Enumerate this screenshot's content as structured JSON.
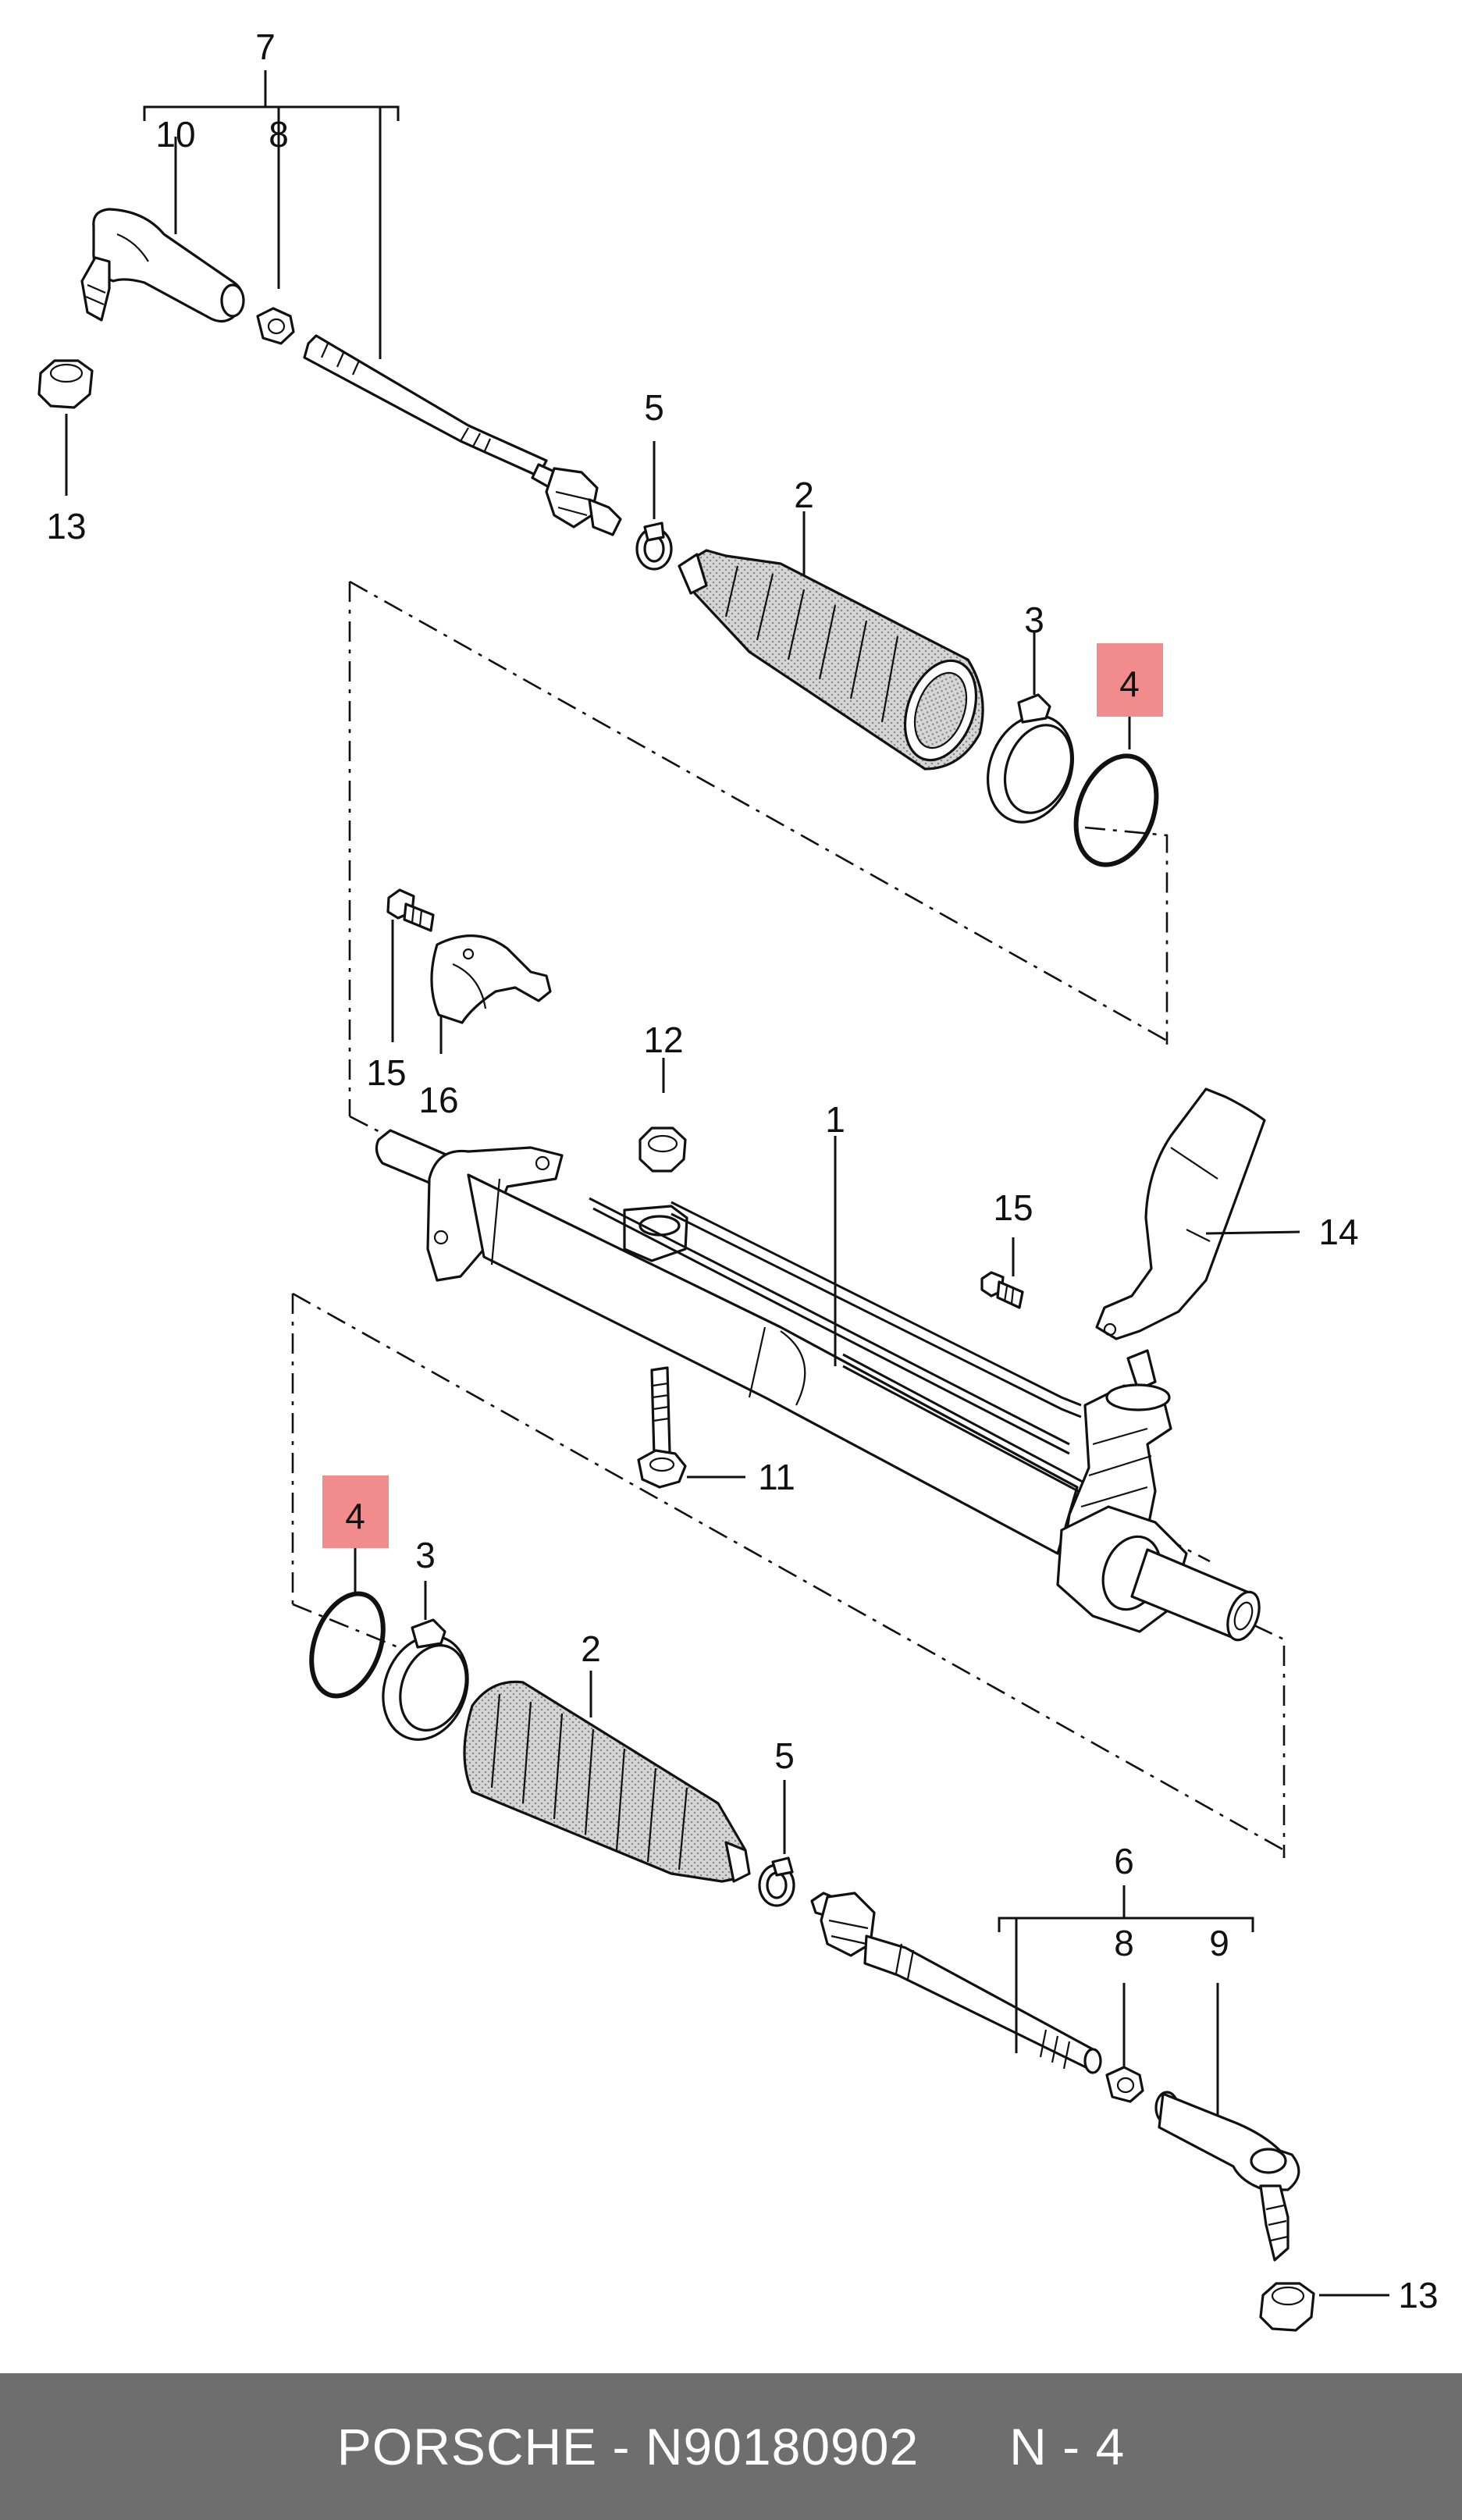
{
  "footer": {
    "text": "PORSCHE - N90180902      N - 4"
  },
  "colors": {
    "highlight": "#f28b8b",
    "footer_bg": "#6e6e6e",
    "footer_text": "#ffffff",
    "line": "#111111"
  },
  "labels": {
    "top_tie_rod_group": "7",
    "top_outer_tie_rod_end": "10",
    "top_lock_nut": "8",
    "top_nut_13": "13",
    "top_clamp_small": "5",
    "top_bellows": "2",
    "top_clamp_large": "3",
    "top_oring": "4",
    "bracket_bolt": "15",
    "bracket": "16",
    "housing_nut": "12",
    "steering_gear": "1",
    "right_bolt": "15",
    "heat_shield": "14",
    "housing_bolt": "11",
    "bottom_oring": "4",
    "bottom_clamp_large": "3",
    "bottom_bellows": "2",
    "bottom_clamp_small": "5",
    "bottom_tie_rod_group": "6",
    "bottom_lock_nut": "8",
    "bottom_outer_tie_rod_end": "9",
    "bottom_nut_13": "13"
  }
}
